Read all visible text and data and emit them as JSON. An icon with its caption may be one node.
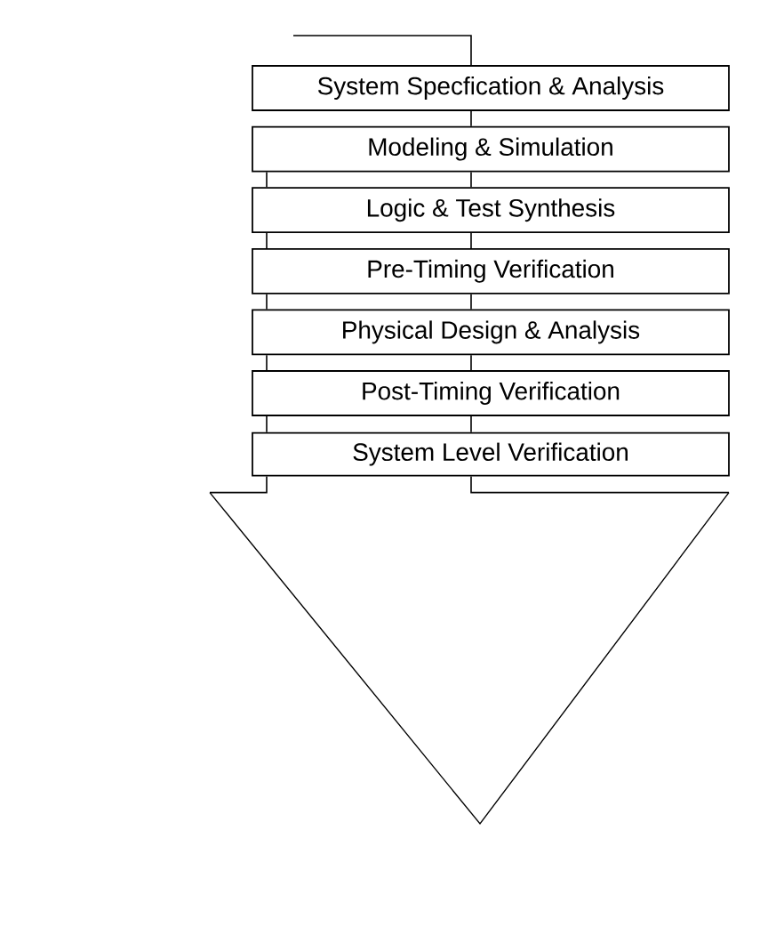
{
  "diagram": {
    "nodes": [
      {
        "text": [
          "System Specfication & Analysis"
        ]
      },
      {
        "text": [
          "Modeling & Simulation"
        ]
      },
      {
        "text": [
          "Logic & Test Synthesis"
        ]
      },
      {
        "text": [
          "Pre-Timing Verification"
        ]
      },
      {
        "text": [
          "Physical Design & Analysis"
        ]
      },
      {
        "text": [
          "Post-Timing Verification"
        ]
      },
      {
        "text": [
          "System Level Verification"
        ]
      },
      {
        "text": [],
        "shape": "triangle"
      }
    ],
    "edges": [
      {
        "from": null,
        "to": 0,
        "arrow": "none"
      },
      {
        "from": 0,
        "to": 1,
        "arrow": "none"
      },
      {
        "from": 1,
        "to": 2,
        "arrow": "none"
      },
      {
        "from": 1,
        "to": 2,
        "arrow": "none"
      },
      {
        "from": 2,
        "to": 3,
        "arrow": "none"
      },
      {
        "from": 2,
        "to": 3,
        "arrow": "none"
      },
      {
        "from": 3,
        "to": 4,
        "arrow": "none"
      },
      {
        "from": 3,
        "to": 4,
        "arrow": "none"
      },
      {
        "from": 4,
        "to": 5,
        "arrow": "none"
      },
      {
        "from": 4,
        "to": 5,
        "arrow": "none"
      },
      {
        "from": 5,
        "to": 6,
        "arrow": "none"
      },
      {
        "from": 5,
        "to": 6,
        "arrow": "none"
      },
      {
        "from": 6,
        "to": 7,
        "arrow": "none"
      },
      {
        "from": 6,
        "to": 7,
        "arrow": "none"
      }
    ]
  }
}
